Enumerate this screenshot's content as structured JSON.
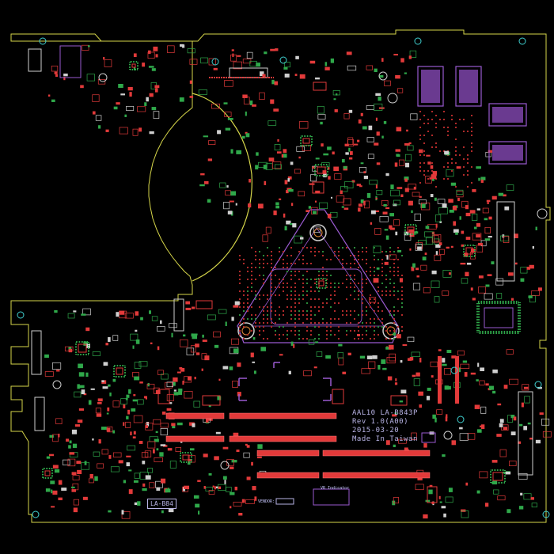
{
  "board": {
    "model_line": "AAL10 LA-B843P",
    "revision": "Rev 1.0(A00)",
    "date": "2015-03-20",
    "origin": "Made In Taiwan",
    "pcb_code": "LA-B84",
    "vendor_label": "VENDOR:",
    "indicator_label": "VR Indicator"
  },
  "colors": {
    "outline": "#d6d64a",
    "silk": "#b9b4e6",
    "copper_red": "#e23a3a",
    "copper_green": "#2fa84a",
    "ic_purple": "#9a5ad0",
    "hole": "#cfcfcf",
    "fiducial": "#3fd0d0"
  }
}
